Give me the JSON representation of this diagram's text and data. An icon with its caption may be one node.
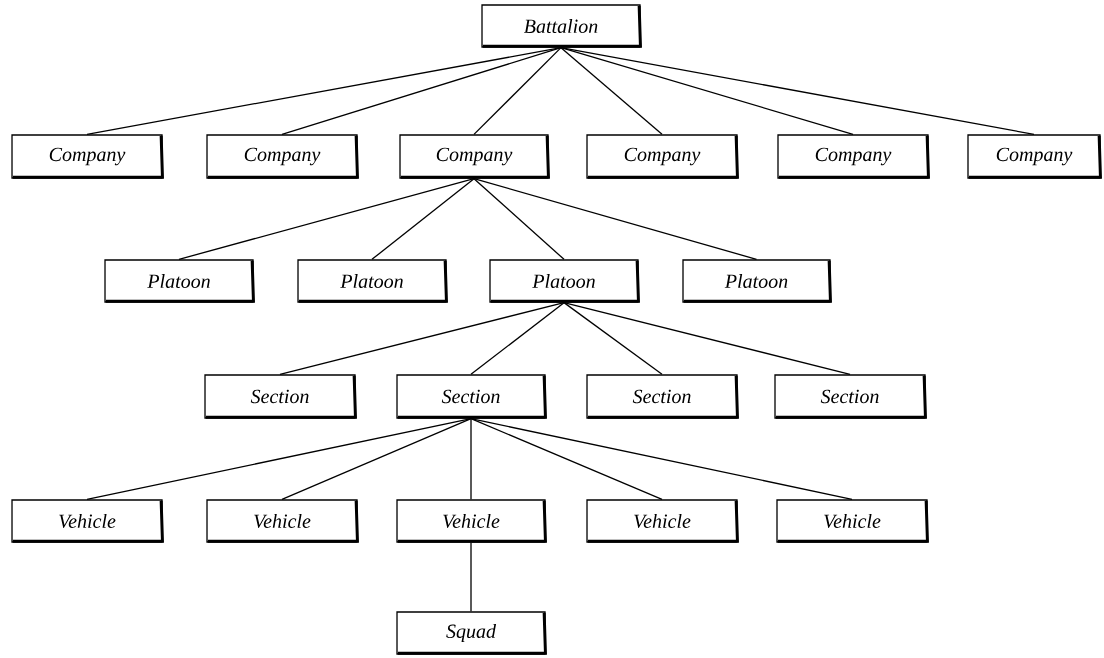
{
  "diagram": {
    "nodes": [
      {
        "text": [
          "Battalion"
        ]
      },
      {
        "text": [
          "Company"
        ]
      },
      {
        "text": [
          "Company"
        ]
      },
      {
        "text": [
          "Company"
        ]
      },
      {
        "text": [
          "Company"
        ]
      },
      {
        "text": [
          "Company"
        ]
      },
      {
        "text": [
          "Company"
        ]
      },
      {
        "text": [
          "Platoon"
        ]
      },
      {
        "text": [
          "Platoon"
        ]
      },
      {
        "text": [
          "Platoon"
        ]
      },
      {
        "text": [
          "Platoon"
        ]
      },
      {
        "text": [
          "Section"
        ]
      },
      {
        "text": [
          "Section"
        ]
      },
      {
        "text": [
          "Section"
        ]
      },
      {
        "text": [
          "Section"
        ]
      },
      {
        "text": [
          "Vehicle"
        ]
      },
      {
        "text": [
          "Vehicle"
        ]
      },
      {
        "text": [
          "Vehicle"
        ]
      },
      {
        "text": [
          "Vehicle"
        ]
      },
      {
        "text": [
          "Vehicle"
        ]
      },
      {
        "text": [
          "Squad"
        ]
      }
    ],
    "edges": [
      {
        "from": 0,
        "to": 1,
        "arrow": "none"
      },
      {
        "from": 0,
        "to": 2,
        "arrow": "none"
      },
      {
        "from": 0,
        "to": 3,
        "arrow": "none"
      },
      {
        "from": 0,
        "to": 4,
        "arrow": "none"
      },
      {
        "from": 0,
        "to": 5,
        "arrow": "none"
      },
      {
        "from": 0,
        "to": 6,
        "arrow": "none"
      },
      {
        "from": 3,
        "to": 7,
        "arrow": "none"
      },
      {
        "from": 3,
        "to": 8,
        "arrow": "none"
      },
      {
        "from": 3,
        "to": 9,
        "arrow": "none"
      },
      {
        "from": 3,
        "to": 10,
        "arrow": "none"
      },
      {
        "from": 9,
        "to": 11,
        "arrow": "none"
      },
      {
        "from": 9,
        "to": 12,
        "arrow": "none"
      },
      {
        "from": 9,
        "to": 13,
        "arrow": "none"
      },
      {
        "from": 9,
        "to": 14,
        "arrow": "none"
      },
      {
        "from": 12,
        "to": 15,
        "arrow": "none"
      },
      {
        "from": 12,
        "to": 16,
        "arrow": "none"
      },
      {
        "from": 12,
        "to": 17,
        "arrow": "none"
      },
      {
        "from": 12,
        "to": 18,
        "arrow": "none"
      },
      {
        "from": 12,
        "to": 19,
        "arrow": "none"
      },
      {
        "from": 17,
        "to": 20,
        "arrow": "none"
      }
    ]
  }
}
